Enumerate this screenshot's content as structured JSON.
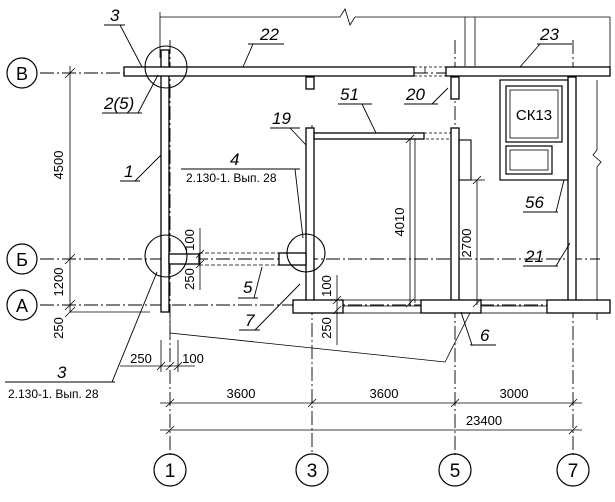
{
  "axes": {
    "rows": [
      "В",
      "Б",
      "А"
    ],
    "columns": [
      "1",
      "3",
      "5",
      "7"
    ]
  },
  "dimensions": {
    "left_vertical": [
      "4500",
      "1200",
      "250"
    ],
    "wall_thickness_100_a": "100",
    "wall_thickness_250_a": "250",
    "wall_thickness_100_b": "100",
    "wall_thickness_250_b": "250",
    "room_height": "4010",
    "room_height_2": "2700",
    "offset_250": "250",
    "offset_100": "100",
    "spans": [
      "3600",
      "3600",
      "3000"
    ],
    "total": "23400"
  },
  "callouts": {
    "c3_top": "3",
    "c22": "22",
    "c23": "23",
    "c2_5": "2(5)",
    "c51": "51",
    "c20": "20",
    "c19": "19",
    "c1": "1",
    "c4": "4",
    "c4_ref": "2.130-1. Вып. 28",
    "c56": "56",
    "c21": "21",
    "c5": "5",
    "c7": "7",
    "c6": "6",
    "c3_bottom": "3",
    "c3_bottom_ref": "2.130-1. Вып. 28"
  },
  "equipment": {
    "label": "СК13"
  }
}
